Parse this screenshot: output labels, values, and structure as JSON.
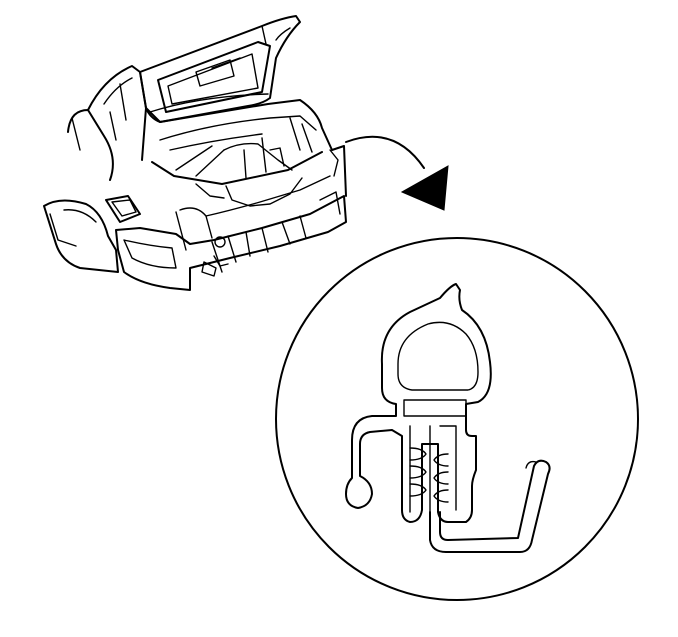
{
  "figure": {
    "background": "#ffffff",
    "line_color": "#000000",
    "parts": {
      "vehicle": "vehicle-rear-trunk-open",
      "arrow": "curved-callout-arrow",
      "detail": "circular-detail-view",
      "seal": "weatherstrip-seal-cross-section"
    }
  }
}
